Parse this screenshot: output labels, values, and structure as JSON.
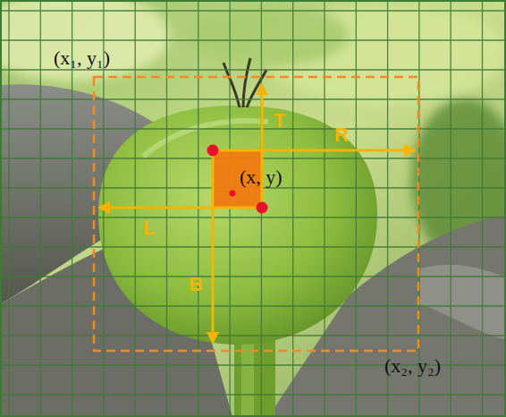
{
  "diagram": {
    "labels": [
      "(x₁, y₁)",
      "T",
      "R",
      "(x, y)",
      "L",
      "B",
      "(x₂, y₂)"
    ]
  }
}
